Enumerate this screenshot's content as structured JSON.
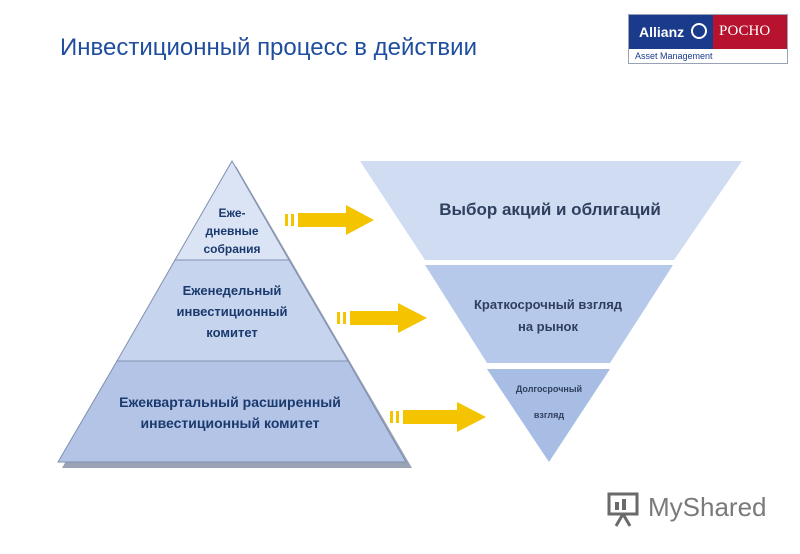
{
  "title": "Инвестиционный процесс в действии",
  "logo": {
    "brand": "Allianz",
    "partner": "РОСНО",
    "subtitle": "Asset Management"
  },
  "pyramid": [
    {
      "line1": "Еже-",
      "line2": "дневные",
      "line3": "собрания"
    },
    {
      "line1": "Еженедельный",
      "line2": "инвестиционный",
      "line3": "комитет"
    },
    {
      "line1": "Ежеквартальный расширенный",
      "line2": "инвестиционный комитет"
    }
  ],
  "funnel": [
    {
      "line1": "Выбор акций и облигаций"
    },
    {
      "line1": "Краткосрочный взгляд",
      "line2": "на рынок"
    },
    {
      "line1": "Долгосрочный",
      "line2": "взгляд"
    }
  ],
  "watermark": "MyShared",
  "colors": {
    "accent": "#1f4e9e",
    "arrow": "#f5c400",
    "pyramid_top": "#dbe4f5",
    "pyramid_mid": "#c7d4ee",
    "pyramid_bottom": "#b3c4e6",
    "funnel_top": "#cfdcf2",
    "funnel_mid": "#b6c9ea",
    "funnel_bottom": "#a7bde3"
  }
}
